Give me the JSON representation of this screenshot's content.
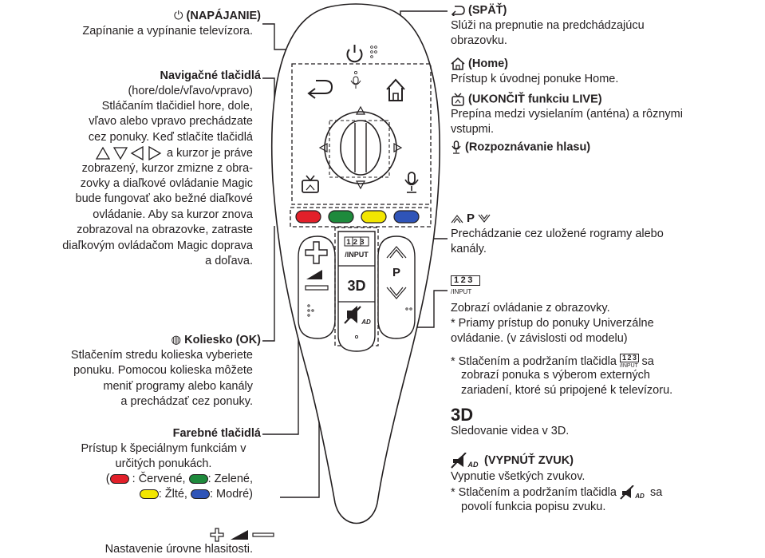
{
  "left": {
    "power": {
      "title": "(NAPÁJANIE)",
      "desc": "Zapínanie a vypínanie televízora."
    },
    "nav": {
      "title": "Navigačné tlačidlá",
      "sub": "(hore/dole/vľavo/vpravo)",
      "lines": [
        "Stláčaním tlačidiel hore, dole,",
        "vľavo alebo vpravo prechádzate",
        "cez ponuky. Keď stlačíte tlačidlá",
        "a kurzor je práve",
        "zobrazený, kurzor zmizne z obra-",
        "zovky a diaľkové ovládanie Magic",
        "bude fungovať ako bežné diaľkové",
        "ovládanie. Aby sa kurzor znova",
        "zobrazoval na obrazovke, zatraste",
        "diaľkovým ovládačom Magic doprava",
        "a doľava."
      ]
    },
    "wheel": {
      "title": "Koliesko (OK)",
      "lines": [
        "Stlačením stredu kolieska vyberiete",
        "ponuku. Pomocou kolieska môžete",
        "meniť programy alebo kanály",
        "a prechádzať cez ponuky."
      ]
    },
    "color": {
      "title": "Farebné tlačidlá",
      "lines": [
        "Prístup k špeciálnym funkciám v",
        "určitých ponukách."
      ],
      "legend": [
        "(",
        " : Červené, ",
        ": Zelené,",
        ": Žlté, ",
        ": Modré)"
      ]
    },
    "volume": {
      "desc": "Nastavenie úrovne hlasitosti."
    }
  },
  "right": {
    "back": {
      "title": "(SPÄŤ)",
      "desc_lines": [
        "Slúži na prepnutie na predchádzajúcu",
        "obrazovku."
      ]
    },
    "home": {
      "title": "(Home)",
      "desc": "Prístup k úvodnej ponuke Home."
    },
    "live": {
      "title": "(UKONČIŤ funkciu LIVE)",
      "desc_lines": [
        "Prepína medzi vysielaním (anténa) a rôznymi",
        "vstupmi."
      ]
    },
    "voice": {
      "title": "(Rozpoznávanie hlasu)"
    },
    "program": {
      "title": "P",
      "desc_lines": [
        "Prechádzanie cez uložené rogramy alebo",
        "kanály."
      ]
    },
    "input": {
      "icon_top": "123",
      "icon_bottom": "/INPUT",
      "desc": "Zobrazí ovládanie z obrazovky.",
      "note_lines": [
        "* Priamy prístup do ponuky Univerzálne",
        "ovládanie. (v závislosti od modelu)"
      ],
      "hold_pre": "Stlačením a podržaním tlačidla",
      "hold_post": "sa",
      "hold_lines": [
        "zobrazí ponuka s výberom externých",
        "zariadení, ktoré sú pripojené k televízoru."
      ]
    },
    "three_d": {
      "title": "3D",
      "desc": "Sledovanie videa v 3D."
    },
    "mute": {
      "title": "(VYPNÚŤ ZVUK)",
      "desc": "Vypnutie všetkých zvukov.",
      "hold_pre": "Stlačením a podržaním tlačidla",
      "hold_post": "sa",
      "hold_line2": "povolí funkcia popisu zvuku."
    }
  },
  "remote": {
    "input_top": "123",
    "input_bottom": "/INPUT",
    "three_d": "3D",
    "ad": "AD",
    "p": "P"
  },
  "colors": {
    "ink": "#231f20",
    "red": "#e2202a",
    "green": "#1e8a3c",
    "yellow": "#f2e600",
    "blue": "#2f54b8"
  },
  "icons": [
    "power-icon",
    "back-icon",
    "home-icon",
    "live-tv-icon",
    "microphone-icon",
    "wheel-icon",
    "chevron-up-icon",
    "chevron-down-icon",
    "mute-icon",
    "volume-plus-icon",
    "volume-minus-icon",
    "volume-icon"
  ]
}
